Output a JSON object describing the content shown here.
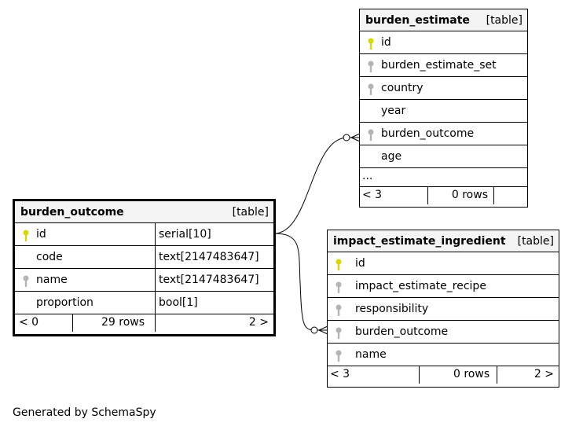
{
  "burden_outcome": {
    "name": "burden_outcome",
    "kind": "[table]",
    "columns": [
      {
        "name": "id",
        "type": "serial[10]",
        "key": "primary"
      },
      {
        "name": "code",
        "type": "text[2147483647]",
        "key": "none"
      },
      {
        "name": "name",
        "type": "text[2147483647]",
        "key": "foreign"
      },
      {
        "name": "proportion",
        "type": "bool[1]",
        "key": "none"
      }
    ],
    "footer": {
      "parents": "< 0",
      "rows": "29 rows",
      "children": "2 >"
    }
  },
  "burden_estimate": {
    "name": "burden_estimate",
    "kind": "[table]",
    "columns": [
      {
        "name": "id",
        "key": "primary"
      },
      {
        "name": "burden_estimate_set",
        "key": "foreign"
      },
      {
        "name": "country",
        "key": "foreign"
      },
      {
        "name": "year",
        "key": "none"
      },
      {
        "name": "burden_outcome",
        "key": "foreign"
      },
      {
        "name": "age",
        "key": "none"
      }
    ],
    "more": "...",
    "footer": {
      "parents": "< 3",
      "rows": "0 rows",
      "children": ""
    }
  },
  "impact_estimate_ingredient": {
    "name": "impact_estimate_ingredient",
    "kind": "[table]",
    "columns": [
      {
        "name": "id",
        "key": "primary"
      },
      {
        "name": "impact_estimate_recipe",
        "key": "foreign"
      },
      {
        "name": "responsibility",
        "key": "foreign"
      },
      {
        "name": "burden_outcome",
        "key": "foreign"
      },
      {
        "name": "name",
        "key": "foreign"
      }
    ],
    "footer": {
      "parents": "< 3",
      "rows": "0 rows",
      "children": "2 >"
    }
  },
  "colors": {
    "primary_key": "#d8d800",
    "foreign_key": "#b4b4b4",
    "header_bg": "#f4f4f4"
  },
  "icons": {
    "primary": "key-icon",
    "foreign": "key-icon"
  },
  "caption": "Generated by SchemaSpy"
}
